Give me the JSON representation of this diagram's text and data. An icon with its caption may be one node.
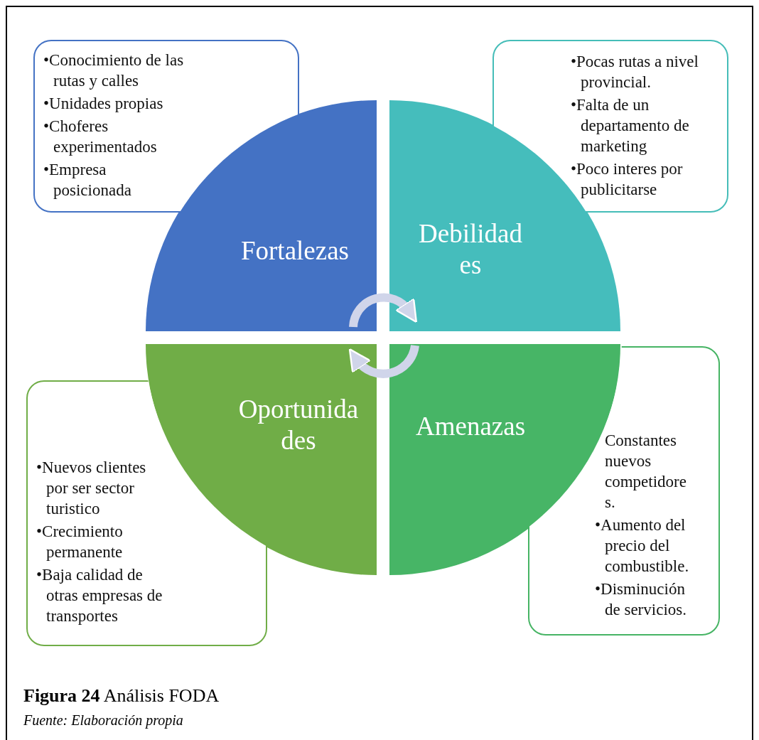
{
  "diagram": {
    "title": "**Figura 24** Análisis FODA",
    "caption": "Fuente: Elaboración propia",
    "nodes": [
      {
        "text": [
          "•Conocimiento de las rutas y calles",
          "•Unidades propias",
          "•Choferes experimentados",
          "•Empresa posicionada"
        ]
      },
      {
        "text": [
          "•Pocas rutas a nivel provincial.",
          "•Falta de un departamento de marketing",
          "•Poco interes por publicitarse"
        ]
      },
      {
        "text": [
          "Fortalezas"
        ]
      },
      {
        "text": [
          "Debilidad es"
        ]
      },
      {
        "text": [
          "Oportunida des"
        ]
      },
      {
        "text": [
          "Amenazas"
        ]
      },
      {
        "text": [
          "•Nuevos clientes por ser sector turistico",
          "•Crecimiento permanente",
          "•Baja calidad de otras empresas de transportes"
        ]
      },
      {
        "text": [
          "Constantes nuevos competidore s.",
          "•Aumento del precio del combustible.",
          "•Disminución de servicios."
        ]
      }
    ],
    "edges": [
      {
        "from": 2,
        "to": 3,
        "arrow": "to"
      },
      {
        "from": 5,
        "to": 4,
        "arrow": "to"
      }
    ]
  }
}
